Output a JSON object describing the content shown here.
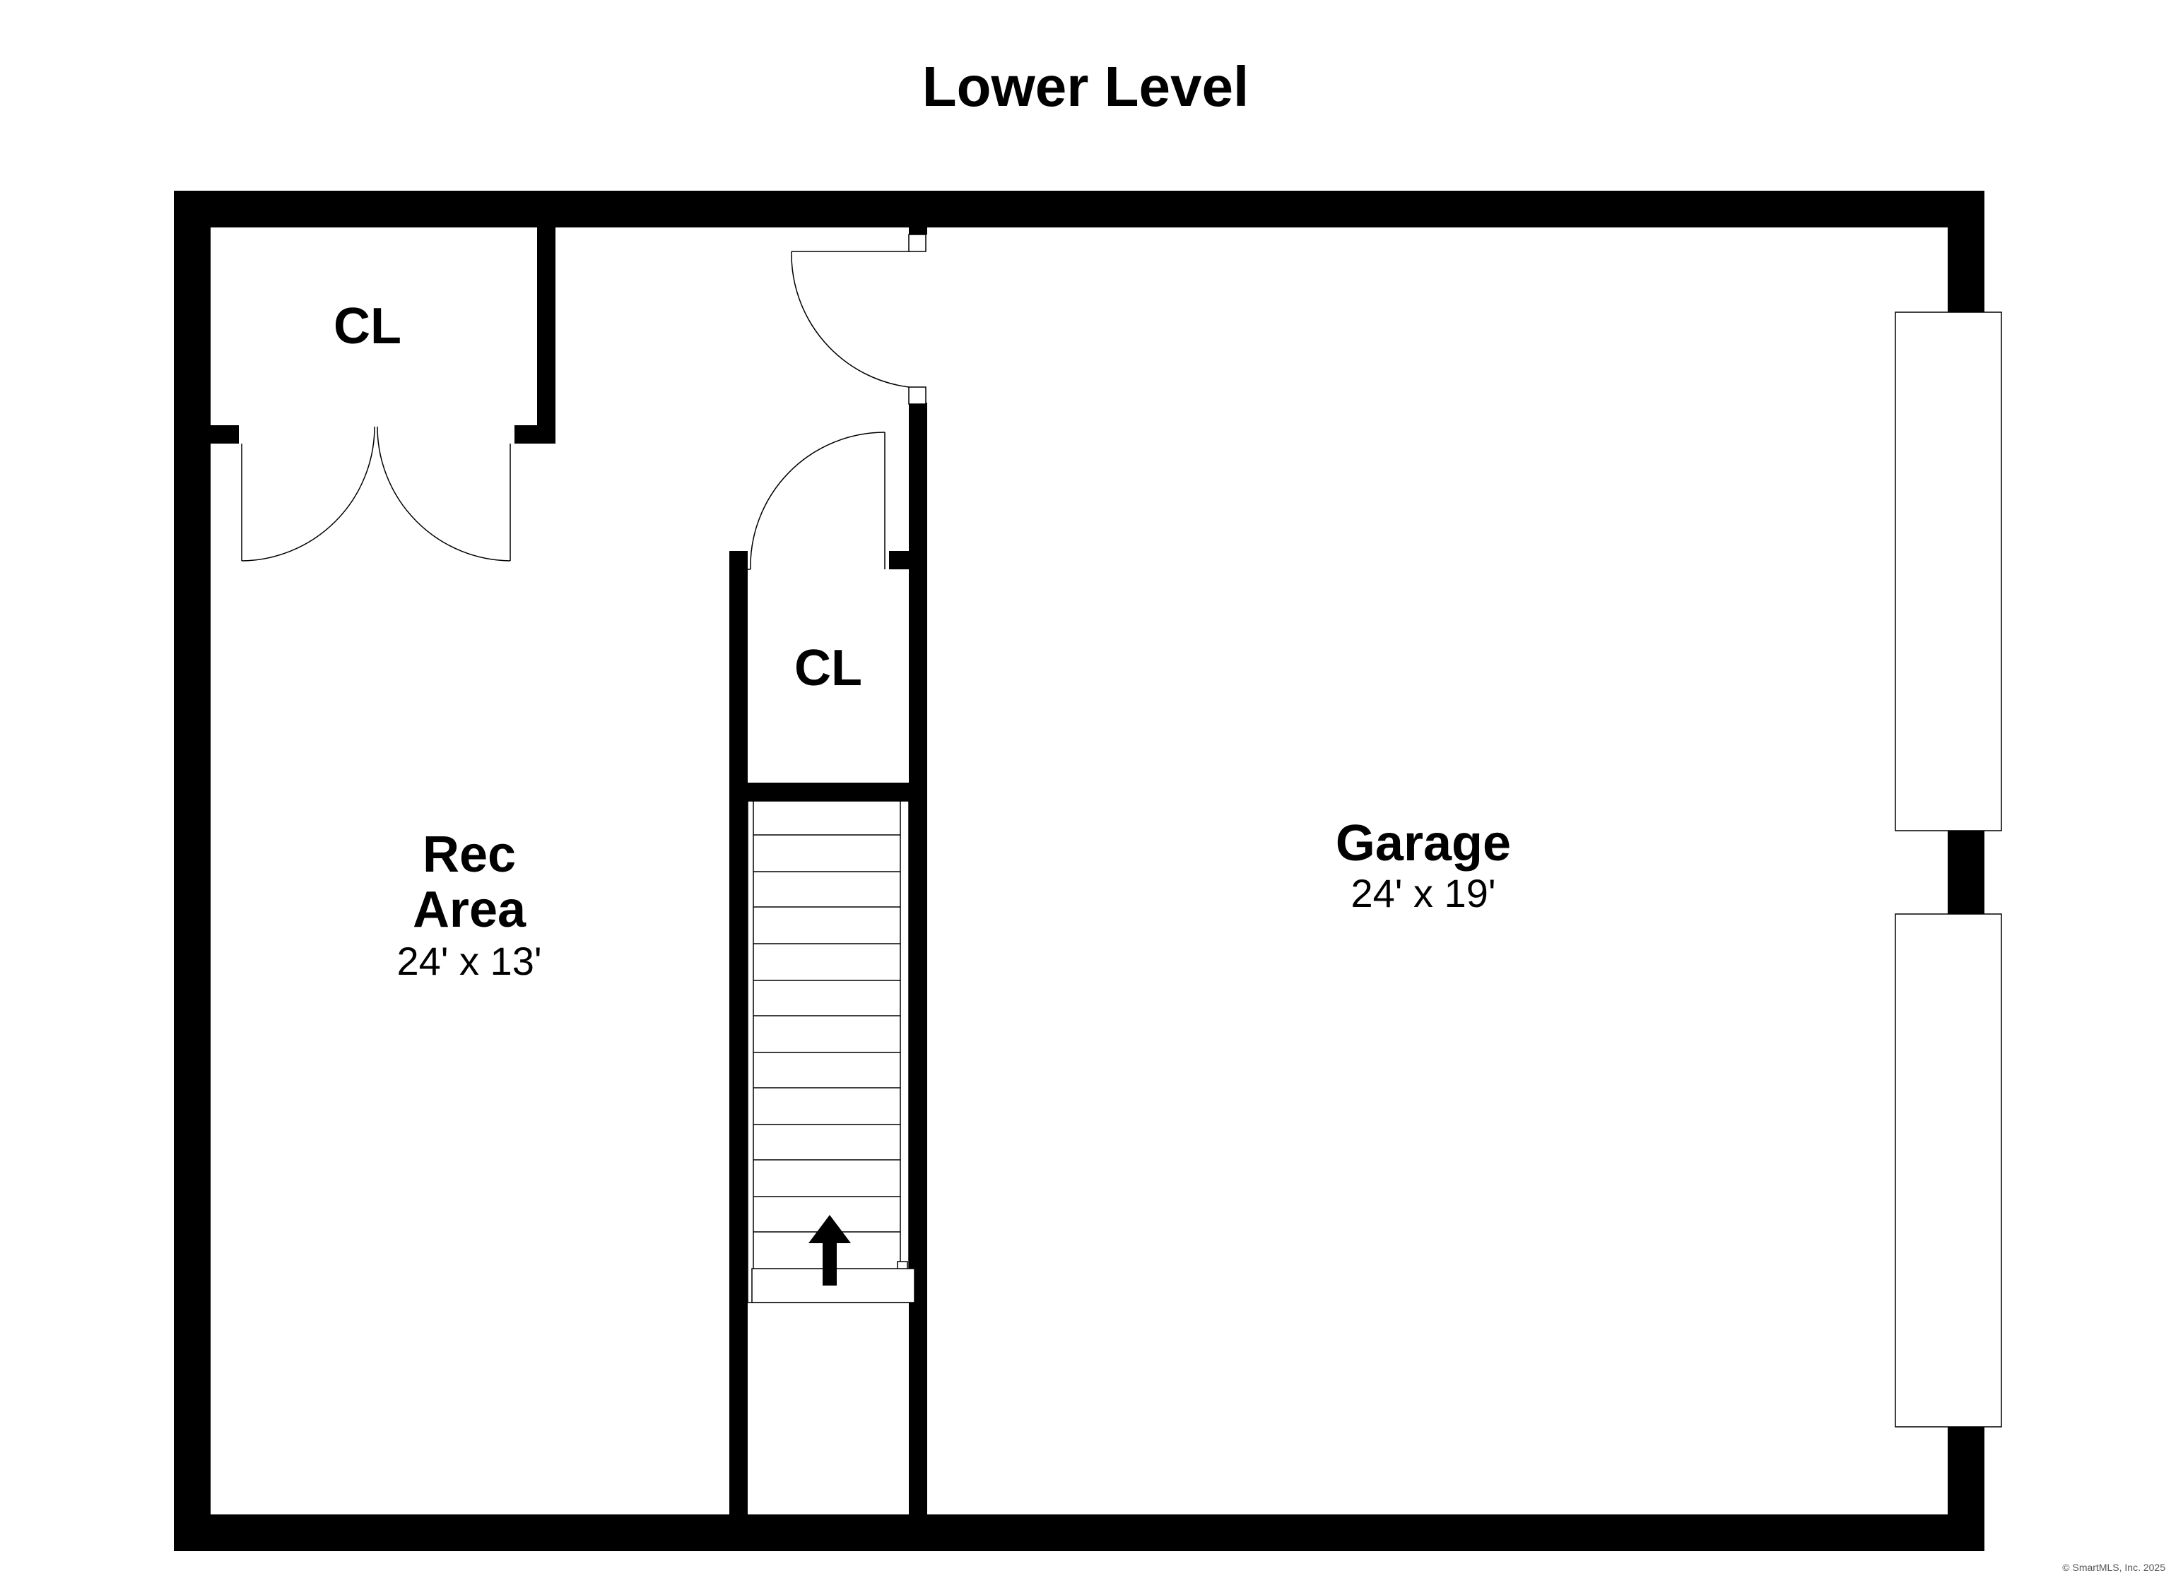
{
  "title": "Lower Level",
  "rooms": [
    {
      "name": "CL",
      "dims": ""
    },
    {
      "name": "CL",
      "dims": ""
    },
    {
      "name_lines": [
        "Rec",
        "Area"
      ],
      "dims": "24' x 13'"
    },
    {
      "name": "Garage",
      "dims": "24' x 19'"
    }
  ],
  "copyright": "© SmartMLS, Inc. 2025",
  "colors": {
    "walls": "#000000",
    "background": "#ffffff"
  },
  "stair_direction": "up"
}
